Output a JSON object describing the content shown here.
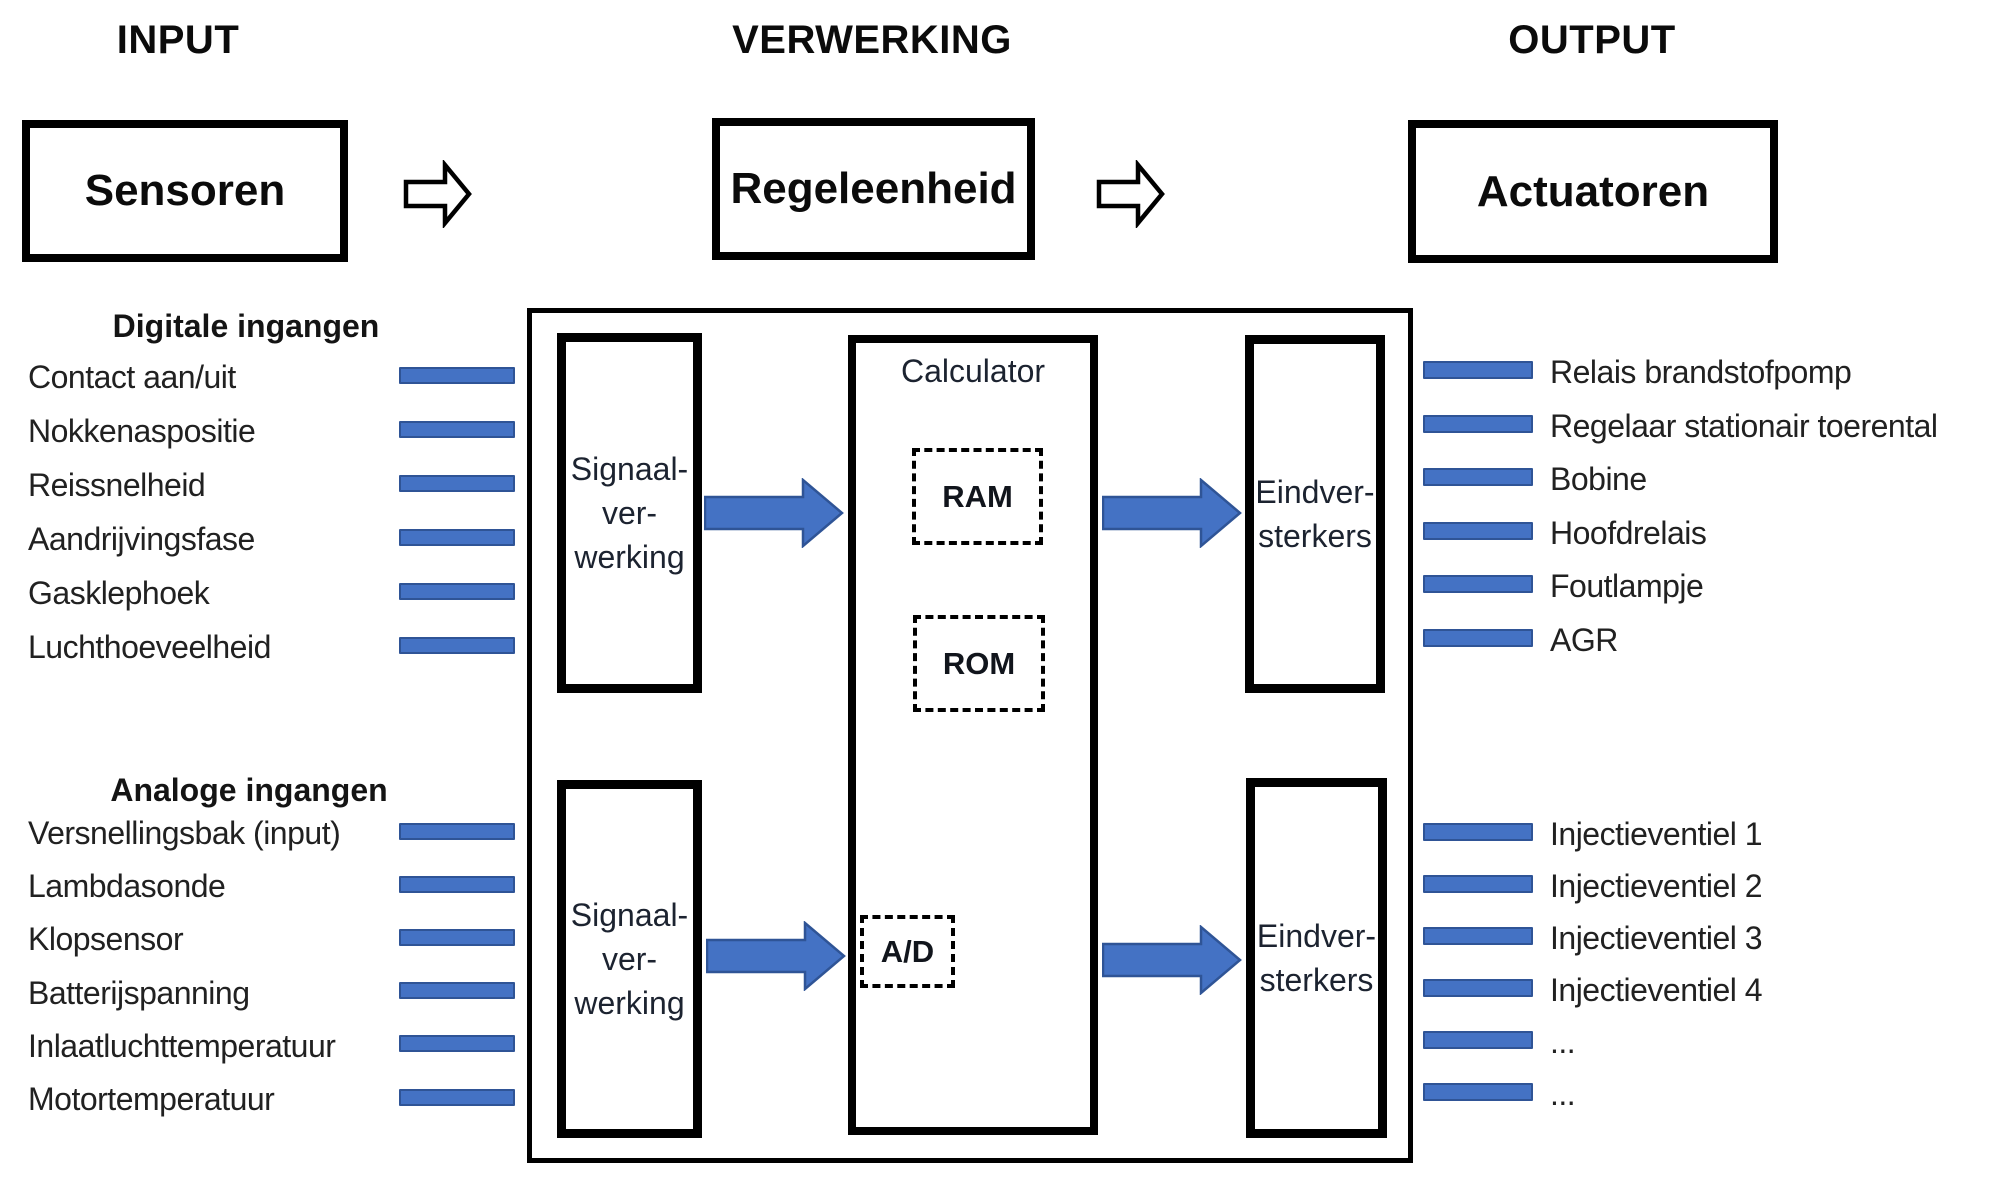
{
  "headers": {
    "input": "INPUT",
    "processing": "VERWERKING",
    "output": "OUTPUT"
  },
  "stage_boxes": {
    "sensors": "Sensoren",
    "control_unit": "Regeleenheid",
    "actuators": "Actuatoren"
  },
  "left": {
    "digital": {
      "title": "Digitale ingangen",
      "items": [
        "Contact aan/uit",
        "Nokkenaspositie",
        "Reissnelheid",
        "Aandrijvingsfase",
        "Gasklephoek",
        "Luchthoeveelheid"
      ]
    },
    "analog": {
      "title": "Analoge ingangen",
      "items": [
        "Versnellingsbak (input)",
        "Lambdasonde",
        "Klopsensor",
        "Batterijspanning",
        "Inlaatluchttemperatuur",
        "Motortemperatuur"
      ]
    }
  },
  "right": {
    "top_items": [
      "Relais brandstofpomp",
      "Regelaar stationair toerental",
      "Bobine",
      "Hoofdrelais",
      "Foutlampje",
      "AGR"
    ],
    "bottom_items": [
      "Injectieventiel 1",
      "Injectieventiel 2",
      "Injectieventiel 3",
      "Injectieventiel 4",
      "...",
      "..."
    ]
  },
  "processing": {
    "signal_label_lines": [
      "Signaal-",
      "ver-",
      "werking"
    ],
    "calculator_label": "Calculator",
    "ram": "RAM",
    "rom": "ROM",
    "ad": "A/D",
    "amplifier_label_lines": [
      "Eindver-",
      "sterkers"
    ]
  },
  "colors": {
    "bar_fill": "#4472C4",
    "bar_border": "#2F5496",
    "arrow_fill": "#4472C4",
    "arrow_border": "#2F5496",
    "box_border": "#000000"
  }
}
